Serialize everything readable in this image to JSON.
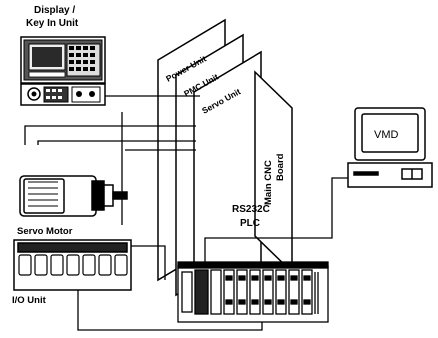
{
  "labels": {
    "display_line1": "Display /",
    "display_line2": "Key In Unit",
    "power_unit": "Power Unit",
    "pmc_unit": "PMC Unit",
    "servo_unit": "Servo Unit",
    "main_board_line1": "Main CNC",
    "main_board_line2": "Board",
    "vmd": "VMD",
    "servo_motor": "Servo Motor",
    "rs232c": "RS232C",
    "plc": "PLC",
    "io_unit": "I/O Unit"
  },
  "colors": {
    "line": "#000000",
    "background": "#ffffff",
    "screen": "#2a2a2a"
  }
}
